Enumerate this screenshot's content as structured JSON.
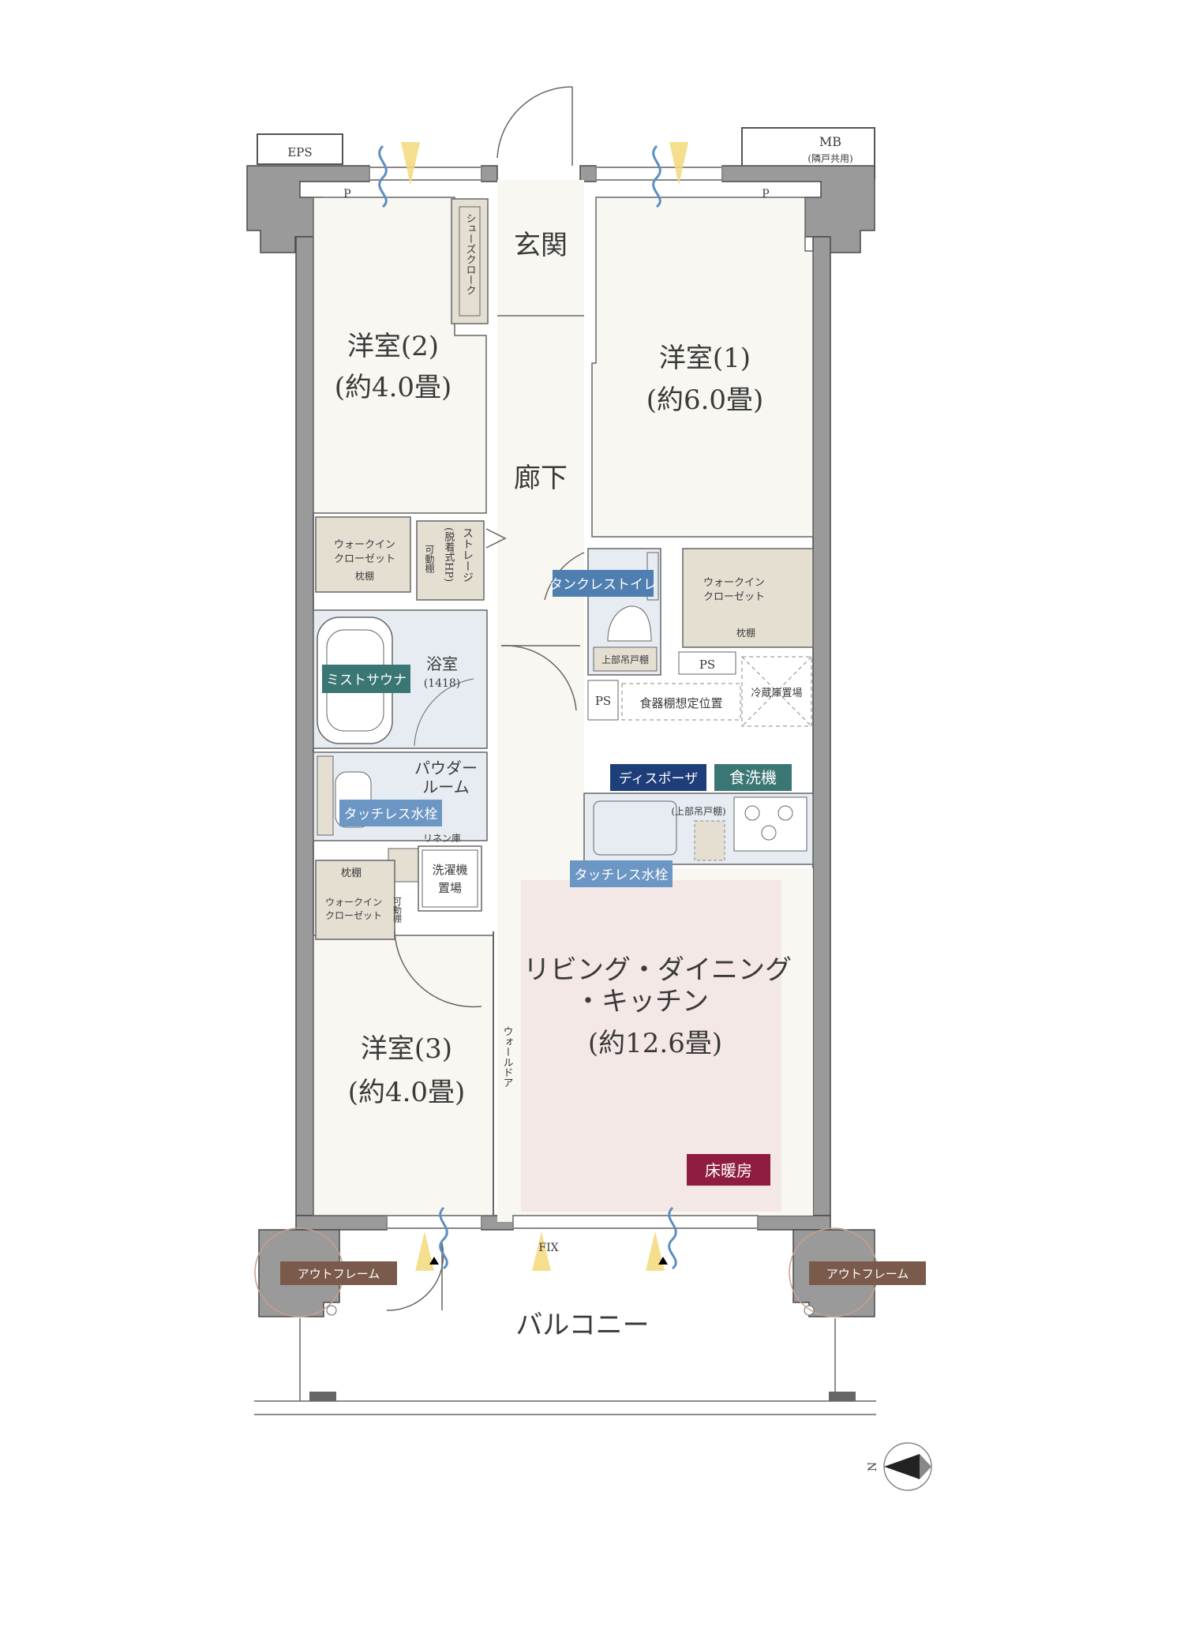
{
  "colors": {
    "wall": "#9a9a9a",
    "floor": "#f8f7f1",
    "wet": "#e7ecf3",
    "storage": "#e5dfd2",
    "ldk": "#f4e8e7",
    "badge_blue": "#4f7fb0",
    "badge_navy": "#1e3e7a",
    "badge_teal": "#3a7673",
    "badge_crimson": "#8e1d41",
    "badge_brown": "#7a5b4b"
  },
  "labels": {
    "eps": "EPS",
    "mb": "MB",
    "mb_sub": "(隣戸共用)",
    "p_left": "P",
    "p_right": "P",
    "shoes_closet": "シューズクローク",
    "genkan": "玄関",
    "room2_name": "洋室(2)",
    "room2_size": "(約4.0畳)",
    "room1_name": "洋室(1)",
    "room1_size": "(約6.0畳)",
    "corridor": "廊下",
    "wic_left_1": "ウォークイン",
    "wic_left_2": "クローゼット",
    "wic_left_shelf": "枕棚",
    "movable_shelf": "可動棚",
    "storage": "ストレージ",
    "storage_sub": "(脱着式HP)",
    "wic_right_1": "ウォークイン",
    "wic_right_2": "クローゼット",
    "wic_right_shelf": "枕棚",
    "upper_cabinet_toilet": "上部吊戸棚",
    "ps_1": "PS",
    "ps_2": "PS",
    "dish_shelf": "食器棚想定位置",
    "fridge": "冷蔵庫置場",
    "bathroom": "浴室",
    "bathroom_size": "(1418)",
    "powder_1": "パウダー",
    "powder_2": "ルーム",
    "linen": "リネン庫",
    "washer_1": "洗濯機",
    "washer_2": "置場",
    "upper_cabinet_kitchen": "(上部吊戸棚)",
    "wic_bottom_shelf": "枕棚",
    "wic_bottom_1": "ウォークイン",
    "wic_bottom_2": "クローゼット",
    "movable_shelf_2": "可動棚",
    "ldk_1": "リビング・ダイニング",
    "ldk_2": "・キッチン",
    "ldk_size": "(約12.6畳)",
    "room3_name": "洋室(3)",
    "room3_size": "(約4.0畳)",
    "wall_door": "ウォールドア",
    "fix": "FIX",
    "balcony": "バルコニー",
    "compass_n": "N"
  },
  "badges": {
    "tankless_toilet": "タンクレストイレ",
    "mist_sauna": "ミストサウナ",
    "touchless_faucet_powder": "タッチレス水栓",
    "disposer": "ディスポーザ",
    "dishwasher": "食洗機",
    "touchless_faucet_kitchen": "タッチレス水栓",
    "floor_heating": "床暖房",
    "outframe_left": "アウトフレーム",
    "outframe_right": "アウトフレーム"
  }
}
